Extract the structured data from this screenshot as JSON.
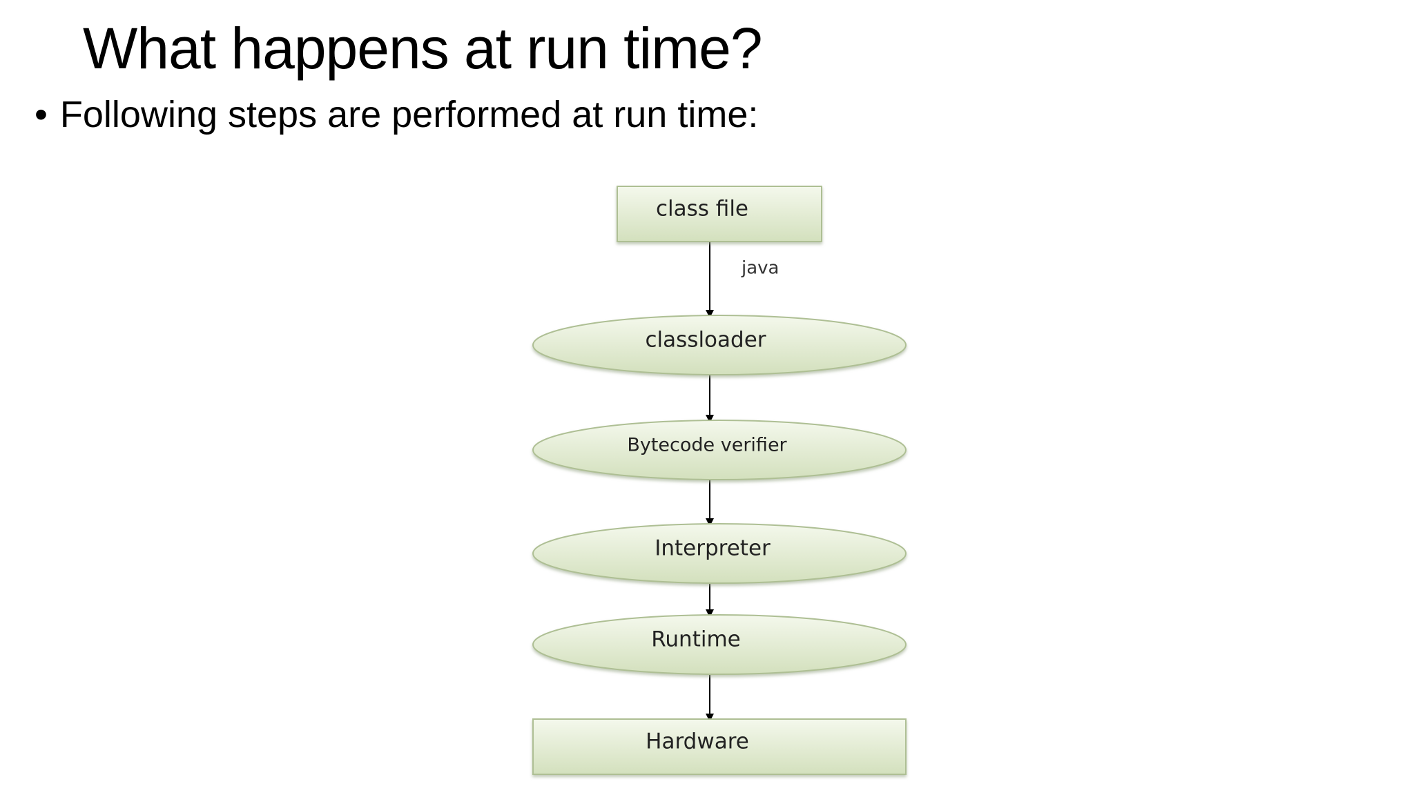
{
  "title": "What happens at run time?",
  "bullet": {
    "marker": "•",
    "text": "Following steps are performed at run time:"
  },
  "diagram": {
    "nodes": [
      {
        "id": "class-file",
        "label": "class file",
        "shape": "rectangle"
      },
      {
        "id": "classloader",
        "label": "classloader",
        "shape": "ellipse"
      },
      {
        "id": "bytecode-verifier",
        "label": "Bytecode verifier",
        "shape": "ellipse"
      },
      {
        "id": "interpreter",
        "label": "Interpreter",
        "shape": "ellipse"
      },
      {
        "id": "runtime",
        "label": "Runtime",
        "shape": "ellipse"
      },
      {
        "id": "hardware",
        "label": "Hardware",
        "shape": "rectangle"
      }
    ],
    "edges": [
      {
        "from": "class-file",
        "to": "classloader",
        "label": "java"
      },
      {
        "from": "classloader",
        "to": "bytecode-verifier",
        "label": ""
      },
      {
        "from": "bytecode-verifier",
        "to": "interpreter",
        "label": ""
      },
      {
        "from": "interpreter",
        "to": "runtime",
        "label": ""
      },
      {
        "from": "runtime",
        "to": "hardware",
        "label": ""
      }
    ],
    "colors": {
      "node_fill_top": "#f4f8ec",
      "node_fill_bottom": "#d3e0bd",
      "node_border": "#aebf94",
      "arrow": "#000000"
    }
  }
}
